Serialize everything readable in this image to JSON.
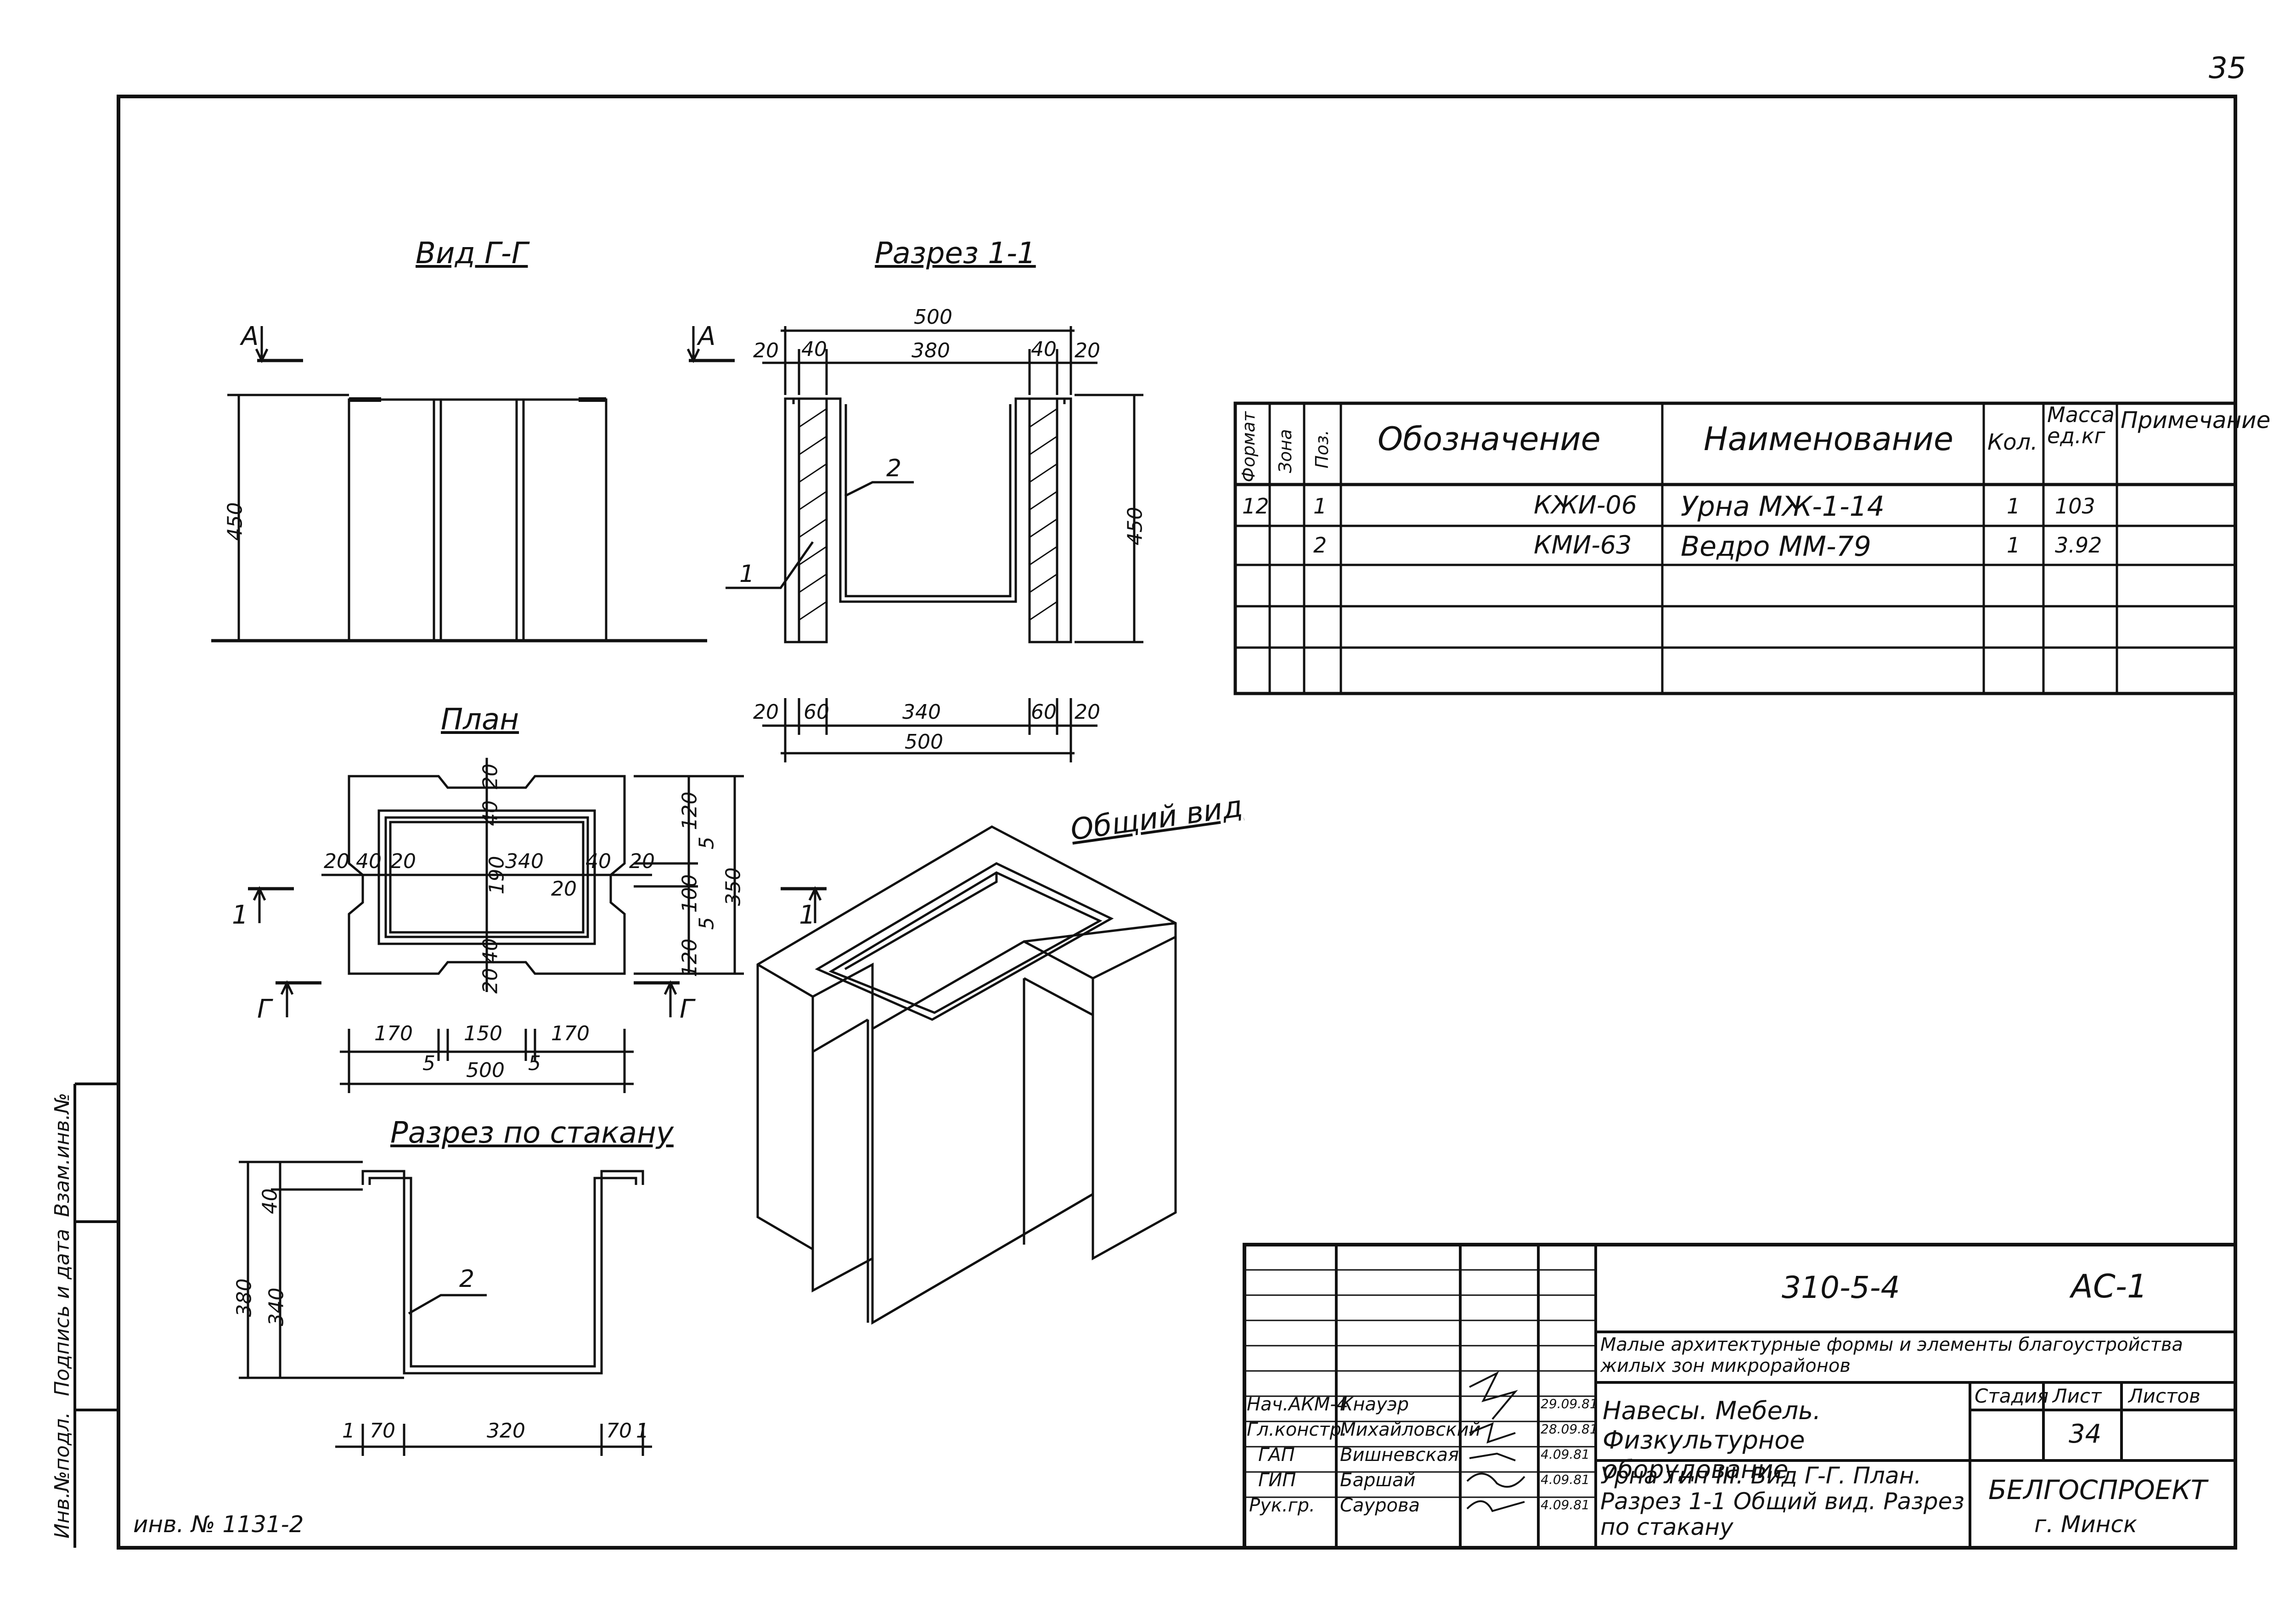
{
  "page_number": "35",
  "side_stamp": [
    "Инв.№подл.",
    "Подпись и дата",
    "Взам.инв.№"
  ],
  "inv_label": "инв. № 1131-2",
  "views": {
    "vid_gg": "Вид Г-Г",
    "razrez_11": "Разрез 1-1",
    "plan": "План",
    "obshchiy_vid": "Общий вид",
    "razrez_stakan": "Разрез по стакану"
  },
  "markers": {
    "A": "А",
    "one": "1",
    "G": "Г",
    "pos1": "1",
    "pos2": "2"
  },
  "dims": {
    "d500": "500",
    "d20": "20",
    "d40": "40",
    "d380": "380",
    "d450": "450",
    "d60": "60",
    "d340": "340",
    "d170": "170",
    "d150": "150",
    "d5": "5",
    "d190": "190",
    "d120": "120",
    "d100": "100",
    "d350": "350",
    "d320": "320",
    "d70": "70",
    "d1": "1"
  },
  "spec": {
    "headers": {
      "format": "Формат",
      "zone": "Зона",
      "pos": "Поз.",
      "designation": "Обозначение",
      "name": "Наименование",
      "qty": "Кол.",
      "mass": "Масса ед.кг",
      "note": "Примечание"
    },
    "rows": [
      {
        "format": "12",
        "zone": "",
        "pos": "1",
        "designation": "КЖИ-06",
        "name": "Урна МЖ-1-14",
        "qty": "1",
        "mass": "103",
        "note": ""
      },
      {
        "format": "",
        "zone": "",
        "pos": "2",
        "designation": "КМИ-63",
        "name": "Ведро ММ-79",
        "qty": "1",
        "mass": "3.92",
        "note": ""
      }
    ]
  },
  "title_block": {
    "code": "310-5-4",
    "sheet_code": "АС-1",
    "project": "Малые архитектурные формы и элементы благоустройства жилых зон микрорайонов",
    "section": "Навесы. Мебель. Физкультурное оборудование",
    "stage_label": "Стадия",
    "sheet_label": "Лист",
    "sheets_label": "Листов",
    "sheet_no": "34",
    "drawing_title": "Урна тип III. Вид Г-Г. План. Разрез 1-1 Общий вид. Разрез по стакану",
    "org": "БЕЛГОСПРОЕКТ",
    "city": "г. Минск",
    "signers": [
      {
        "role": "Нач.АКМ-4",
        "name": "Кнауэр",
        "date": "29.09.81"
      },
      {
        "role": "Гл.констр.",
        "name": "Михайловский",
        "date": "28.09.81"
      },
      {
        "role": "ГАП",
        "name": "Вишневская",
        "date": "4.09.81"
      },
      {
        "role": "ГИП",
        "name": "Баршай",
        "date": "4.09.81"
      },
      {
        "role": "Рук.гр.",
        "name": "Саурова",
        "date": "4.09.81"
      }
    ]
  }
}
